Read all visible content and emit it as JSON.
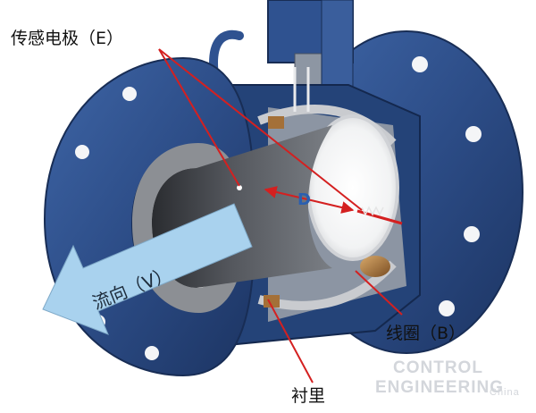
{
  "labels": {
    "electrode": "传感电极（E）",
    "flow": "流向（V）",
    "diameter": "D",
    "coil": "线圈（B）",
    "liner": "衬里"
  },
  "watermark": {
    "line1": "CONTROL",
    "line2": "ENGINEERING",
    "suffix": "China"
  },
  "colors": {
    "flange_blue": "#2e4f8a",
    "liner_gray": "#8c8f94",
    "pipe_dark": "#3b3d42",
    "flow_arrow": "#a9d2ee",
    "pointer_red": "#d42020",
    "coil_brown": "#8a5a2b"
  }
}
